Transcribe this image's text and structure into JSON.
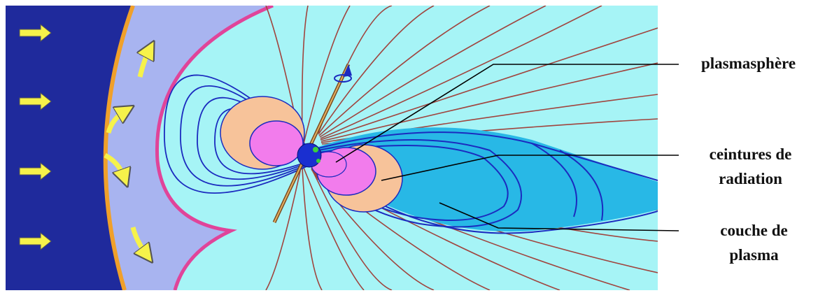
{
  "labels": {
    "plasmasphere": "plasmasphère",
    "radiation_belts": [
      "ceintures de",
      "radiation"
    ],
    "plasma_sheet": [
      "couche de",
      "plasma"
    ]
  },
  "colors": {
    "solar_wind": "#1f2a9c",
    "magnetosheath": "#a8b4f0",
    "bow_shock": "#f0a02a",
    "magnetopause": "#e0449a",
    "magnetosphere": "#a6f4f6",
    "belts_outer": "#f7c39a",
    "belts_inner": "#f27cec",
    "plasma_sheet": "#28b8e6",
    "field_lines_inner": "#1b2bbf",
    "field_lines_outer": "#a0443e",
    "arrows": "#f6f24a"
  },
  "icons": {
    "solar_wind_arrow": "yellow-arrow-icon",
    "earth": "earth-icon",
    "axis": "rotation-axis-icon"
  }
}
